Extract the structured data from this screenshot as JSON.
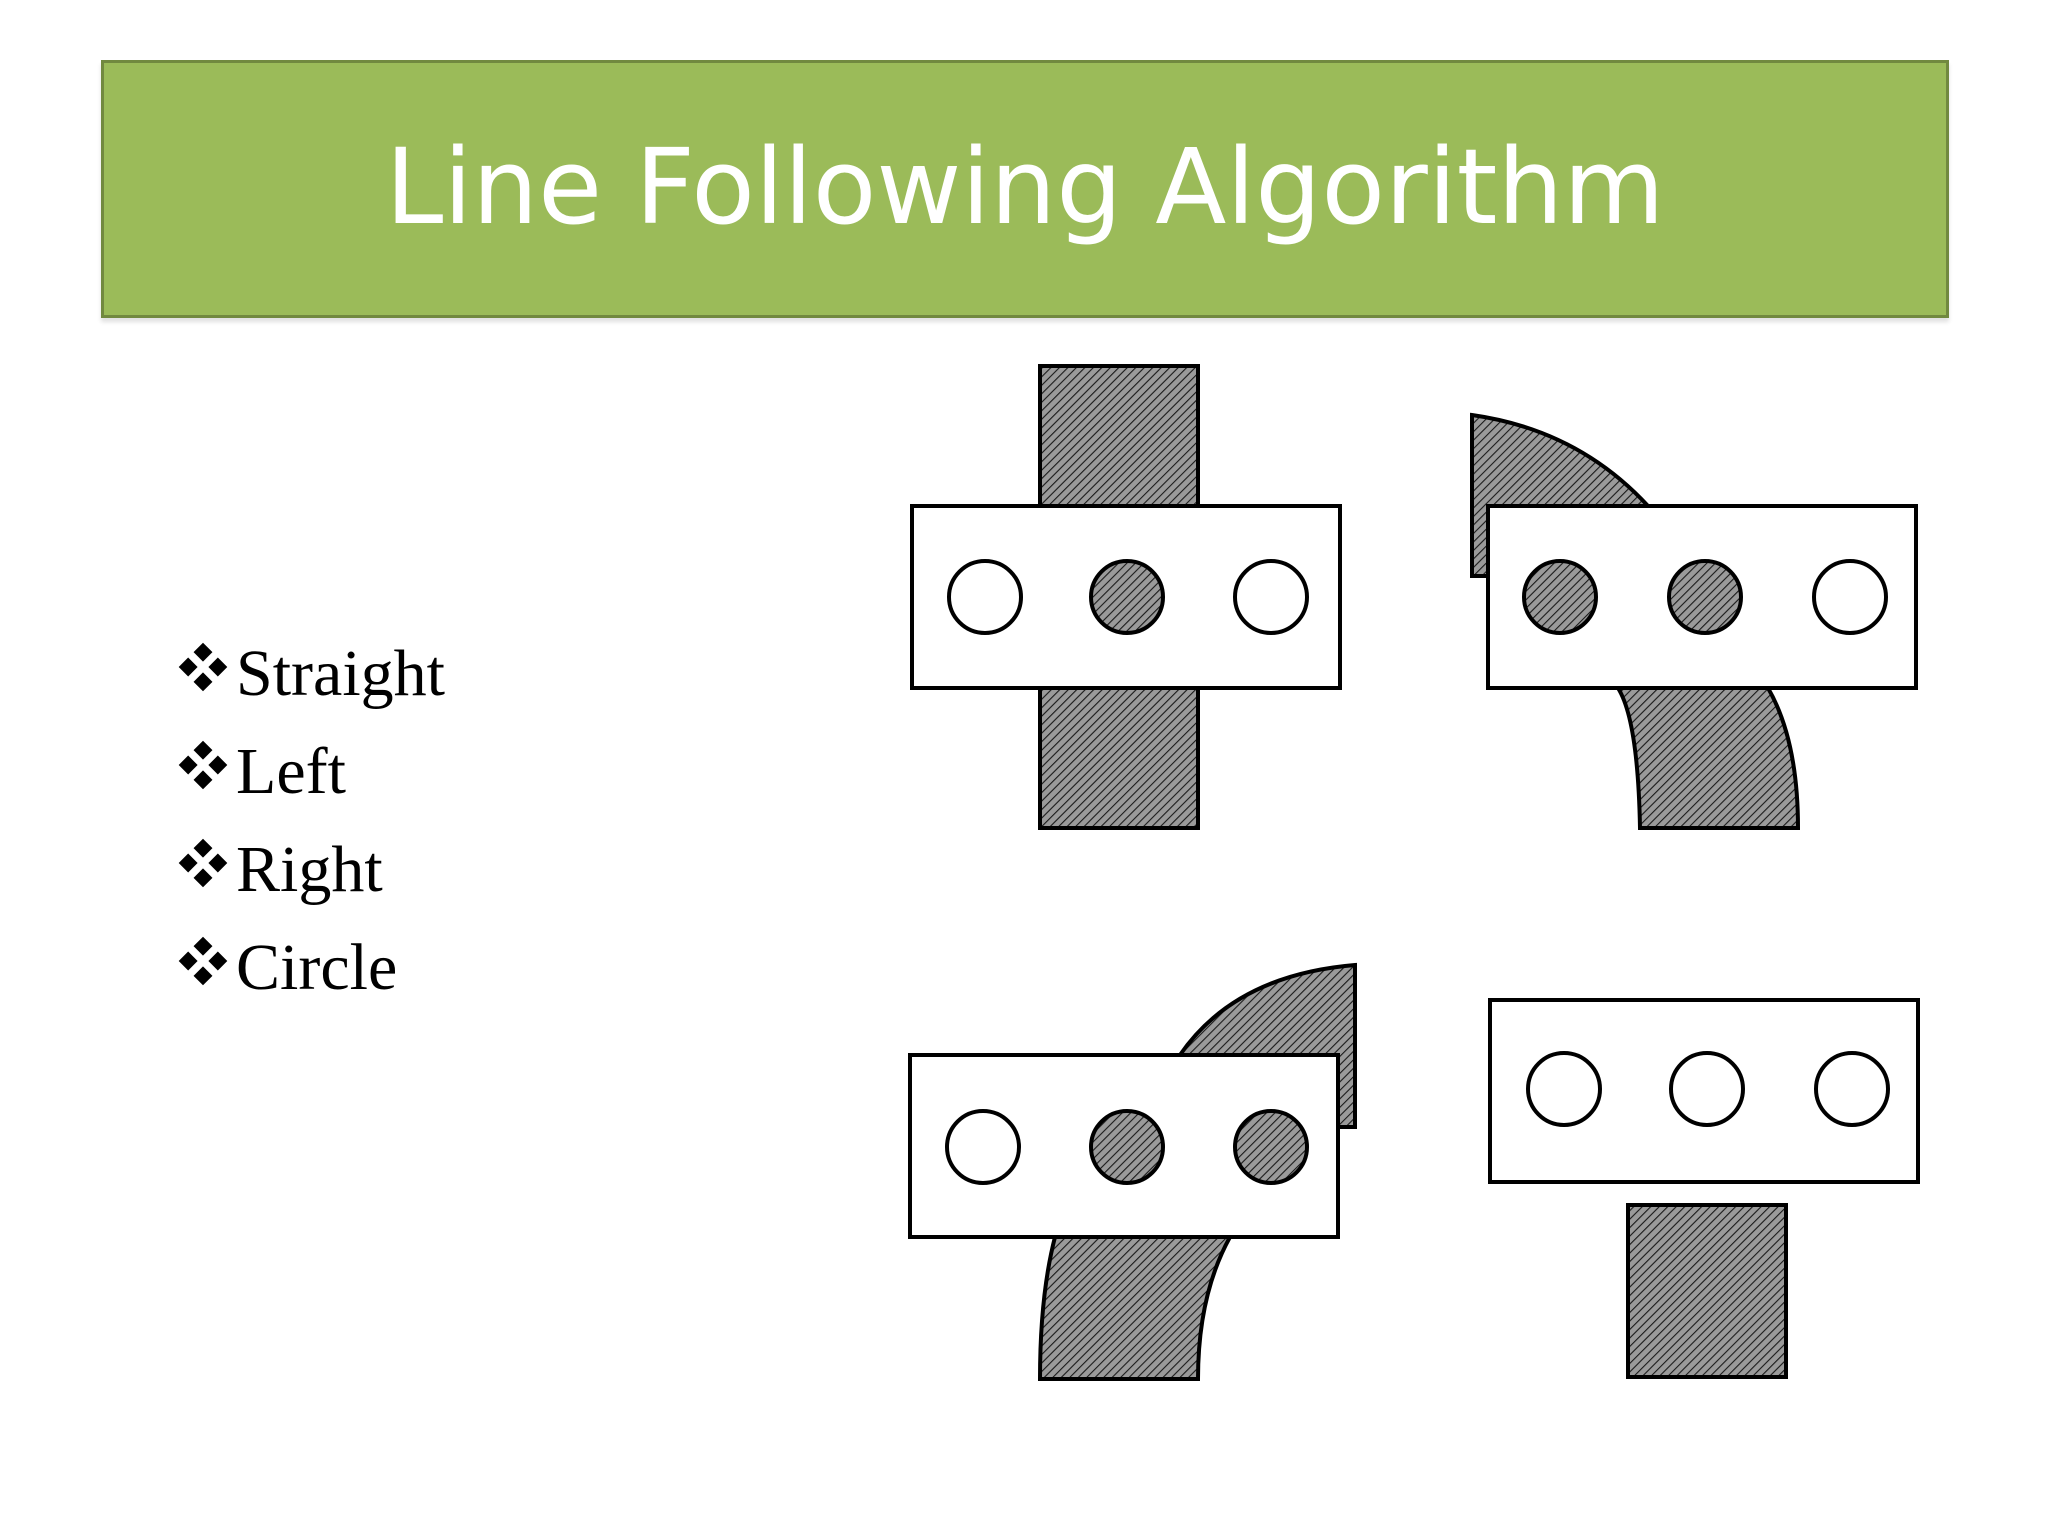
{
  "slide": {
    "title": "Line Following Algorithm",
    "bullets": [
      {
        "label": "Straight",
        "icon": "four-diamond-bullet-icon"
      },
      {
        "label": "Left",
        "icon": "four-diamond-bullet-icon"
      },
      {
        "label": "Right",
        "icon": "four-diamond-bullet-icon"
      },
      {
        "label": "Circle",
        "icon": "four-diamond-bullet-icon"
      }
    ]
  },
  "colors": {
    "title_banner": "#9bbb59",
    "title_border": "#71893f",
    "title_text": "#ffffff",
    "track_fill": "#8c8c8c"
  }
}
